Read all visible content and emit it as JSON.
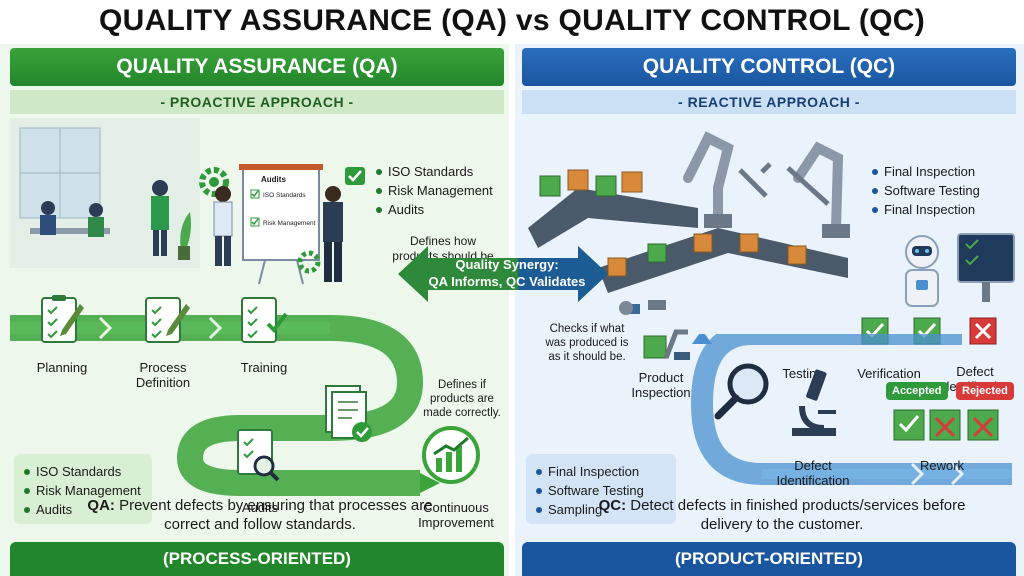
{
  "title": "QUALITY ASSURANCE (QA) vs QUALITY CONTROL (QC)",
  "qa": {
    "banner": "QUALITY ASSURANCE (QA)",
    "approach": "- PROACTIVE APPROACH -",
    "top_bullets": [
      "ISO Standards",
      "Risk Management",
      "Audits"
    ],
    "board": {
      "title": "Audits",
      "item1": "ISO Standards",
      "item2": "Risk Management"
    },
    "note_how": "Defines how products should be made.",
    "note_if": "Defines if products are made correctly.",
    "steps": [
      "Planning",
      "Process Definition",
      "Training",
      "Audits",
      "Continuous Improvement"
    ],
    "bottom_bullets": [
      "ISO Standards",
      "Risk Management",
      "Audits"
    ],
    "summary_label": "QA:",
    "summary_text": "Prevent defects by ensuring that processes are correct and follow standards.",
    "footer": "(PROCESS-ORIENTED)"
  },
  "synergy": {
    "line1": "Quality Synergy:",
    "line2": "QA Informs, QC Validates"
  },
  "qc": {
    "banner": "QUALITY CONTROL (QC)",
    "approach": "- REACTIVE APPROACH -",
    "top_bullets": [
      "Final Inspection",
      "Software Testing",
      "Final Inspection"
    ],
    "note_checks": "Checks if what was produced is as it should be.",
    "steps": [
      "Testing",
      "Verification",
      "Defect Identification",
      "Product Inspection",
      "Defect Identification",
      "Rework"
    ],
    "badges": {
      "accepted": "Accepted",
      "rejected": "Rejected"
    },
    "bottom_bullets": [
      "Final Inspection",
      "Software Testing",
      "Sampling"
    ],
    "summary_label": "QC:",
    "summary_text": "Detect defects in finished products/services before delivery to the customer.",
    "footer": "(PRODUCT-ORIENTED)"
  },
  "colors": {
    "qa_green": "#22862a",
    "qc_blue": "#1a56a0",
    "accepted": "#2e9a3a",
    "rejected": "#d83a3a"
  }
}
